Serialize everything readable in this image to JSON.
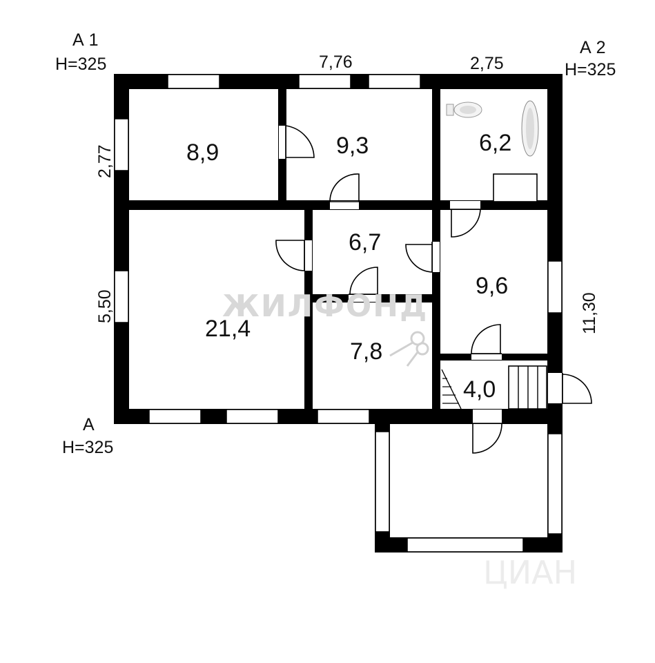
{
  "corners": {
    "a1": {
      "label": "А 1",
      "height": "H=325"
    },
    "a2": {
      "label": "А 2",
      "height": "H=325"
    },
    "a": {
      "label": "А",
      "height": "H=325"
    }
  },
  "dimensions": {
    "top_left": "7,76",
    "top_right": "2,75",
    "left_upper": "2,77",
    "left_lower": "5,50",
    "right_total": "11,30"
  },
  "rooms": [
    {
      "name": "room-top-left",
      "area": "8,9"
    },
    {
      "name": "room-top-middle",
      "area": "9,3"
    },
    {
      "name": "bathroom",
      "area": "6,2"
    },
    {
      "name": "living-room",
      "area": "21,4"
    },
    {
      "name": "hall",
      "area": "6,7"
    },
    {
      "name": "room-right",
      "area": "9,6"
    },
    {
      "name": "kitchen",
      "area": "7,8"
    },
    {
      "name": "stair-hall",
      "area": "4,0"
    }
  ],
  "watermarks": {
    "primary": "ЖИЛФОНД",
    "secondary": "ЦИАН"
  },
  "icons": [
    "toilet-icon",
    "bathtub-icon",
    "sink-icon",
    "keys-icon",
    "stairs-icon"
  ]
}
